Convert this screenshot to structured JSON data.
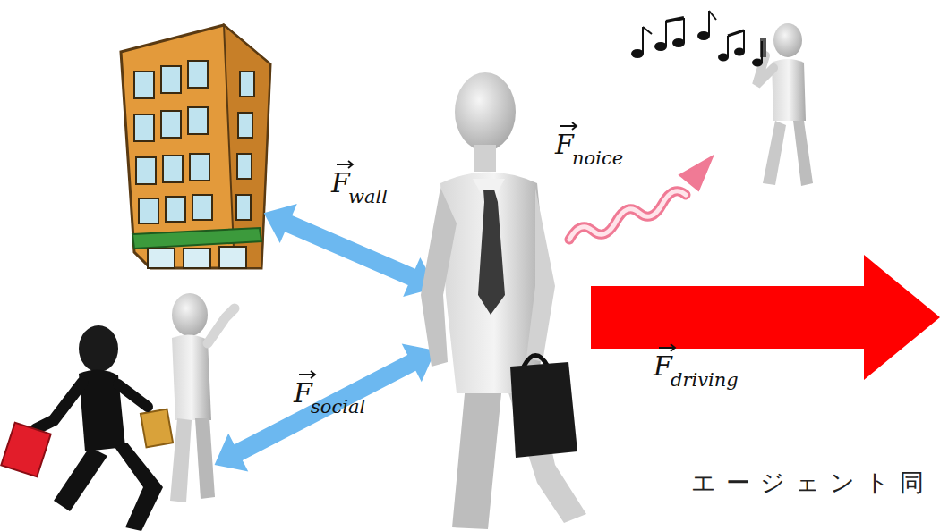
{
  "diagram": {
    "labels": [
      "F",
      "wall",
      "F",
      "noice",
      "F",
      "social",
      "F",
      "driving",
      "エージェント同"
    ]
  }
}
